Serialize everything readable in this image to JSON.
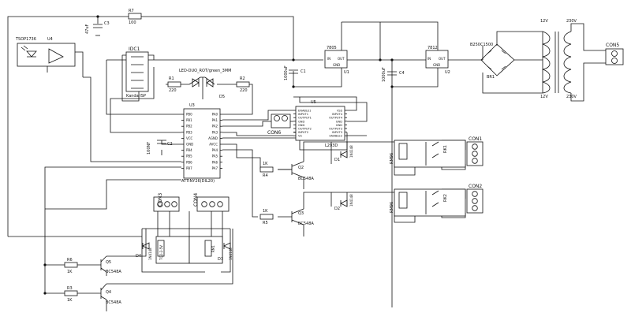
{
  "components": {
    "r7": {
      "ref": "R7",
      "value": "100"
    },
    "c_top": {
      "value": "47uF"
    },
    "c3": {
      "ref": "C3"
    },
    "u4": {
      "ref": "U4",
      "part": "TSOP1736"
    },
    "idc1": {
      "ref": "IDC1",
      "part": "Kanda ISP"
    },
    "d5": {
      "ref": "D5",
      "part": "LED-DUO_ROT/green_3MM"
    },
    "r1": {
      "ref": "R1",
      "value": "220"
    },
    "r2": {
      "ref": "R2",
      "value": "220"
    },
    "u3": {
      "ref": "U3",
      "part": "ATTINY26(DIL20)"
    },
    "c2": {
      "ref": "C2",
      "value": "100NF"
    },
    "u5": {
      "ref": "U5",
      "part": "L293D"
    },
    "con6": {
      "ref": "CON6"
    },
    "u1": {
      "ref": "U1",
      "part": "7805"
    },
    "c1": {
      "ref": "C1",
      "value": "1000uF"
    },
    "u2": {
      "ref": "U2",
      "part": "7812"
    },
    "c4": {
      "ref": "C4",
      "value": "1000uF"
    },
    "br1": {
      "ref": "BR1",
      "part": "B250C1500"
    },
    "tr": {
      "primary": "230V",
      "secondary": "12V"
    },
    "con5": {
      "ref": "CON5"
    },
    "con1": {
      "ref": "CON1"
    },
    "con2": {
      "ref": "CON2"
    },
    "rk1": {
      "ref": "RK1",
      "part": "RM96"
    },
    "rk2": {
      "ref": "RK2",
      "part": "RM96"
    },
    "d1": {
      "ref": "D1",
      "part": "1N4148"
    },
    "d2": {
      "ref": "D2",
      "part": "1N4148"
    },
    "r4": {
      "ref": "R4",
      "value": "1K"
    },
    "r5": {
      "ref": "R5",
      "value": "1K"
    },
    "q2": {
      "ref": "Q2",
      "part": "BC548A"
    },
    "q3": {
      "ref": "Q3",
      "part": "BC548A"
    },
    "con3": {
      "ref": "CON3"
    },
    "con4": {
      "ref": "CON4"
    },
    "d4": {
      "ref": "D4",
      "part": "1N4148"
    },
    "d3": {
      "ref": "D3",
      "part": "1N4148"
    },
    "rel_l": {
      "part": "TQ2-2-5V"
    },
    "rel_r": {
      "part": "RM1"
    },
    "r6": {
      "ref": "R6",
      "value": "1K"
    },
    "r3": {
      "ref": "R3",
      "value": "1K"
    },
    "q5": {
      "ref": "Q5",
      "part": "BC548A"
    },
    "q4": {
      "ref": "Q4",
      "part": "BC548A"
    }
  },
  "u3_pins_left": [
    "PB0",
    "PB1",
    "PB2",
    "PB3",
    "VCC",
    "GND",
    "PB4",
    "PB5",
    "PB6",
    "PB7"
  ],
  "u3_pins_right": [
    "PA0",
    "PA1",
    "PA2",
    "PA3",
    "AGND",
    "AVCC",
    "PA4",
    "PA5",
    "PA6",
    "PA7"
  ],
  "u5_pins_left": [
    "ENABLE1",
    "INPUT1",
    "OUTPUT1",
    "GND",
    "GND",
    "OUTPUT2",
    "INPUT2",
    "VS"
  ],
  "u5_pins_right": [
    "VSS",
    "INPUT4",
    "OUTPUT4",
    "GND",
    "GND",
    "OUTPUT3",
    "INPUT3",
    "ENABLE2"
  ],
  "regulator_pins": {
    "in": "IN",
    "out": "OUT",
    "gnd": "GND"
  },
  "colors": {
    "ink": "#111111",
    "background": "#ffffff"
  }
}
